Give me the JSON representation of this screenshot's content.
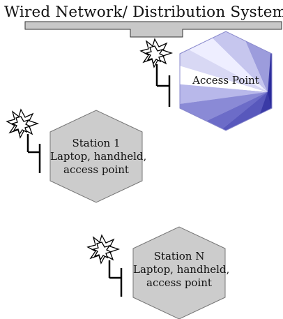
{
  "title": "Wired Network/ Distribution System",
  "access_point": {
    "label": "Access Point"
  },
  "stations": [
    {
      "name": "Station 1",
      "line2": "Laptop, handheld,",
      "line3": "access point"
    },
    {
      "name": "Station N",
      "line2": "Laptop, handheld,",
      "line3": "access point"
    }
  ],
  "colors": {
    "network_bar": "#c8c8c8",
    "station_fill": "#cccccc",
    "ap_blue_dark": "#2a2a9a",
    "ap_blue_light": "#c9c9f2",
    "line": "#000000"
  },
  "icons": {
    "antenna": "antenna-icon",
    "signal": "signal-burst-icon"
  }
}
